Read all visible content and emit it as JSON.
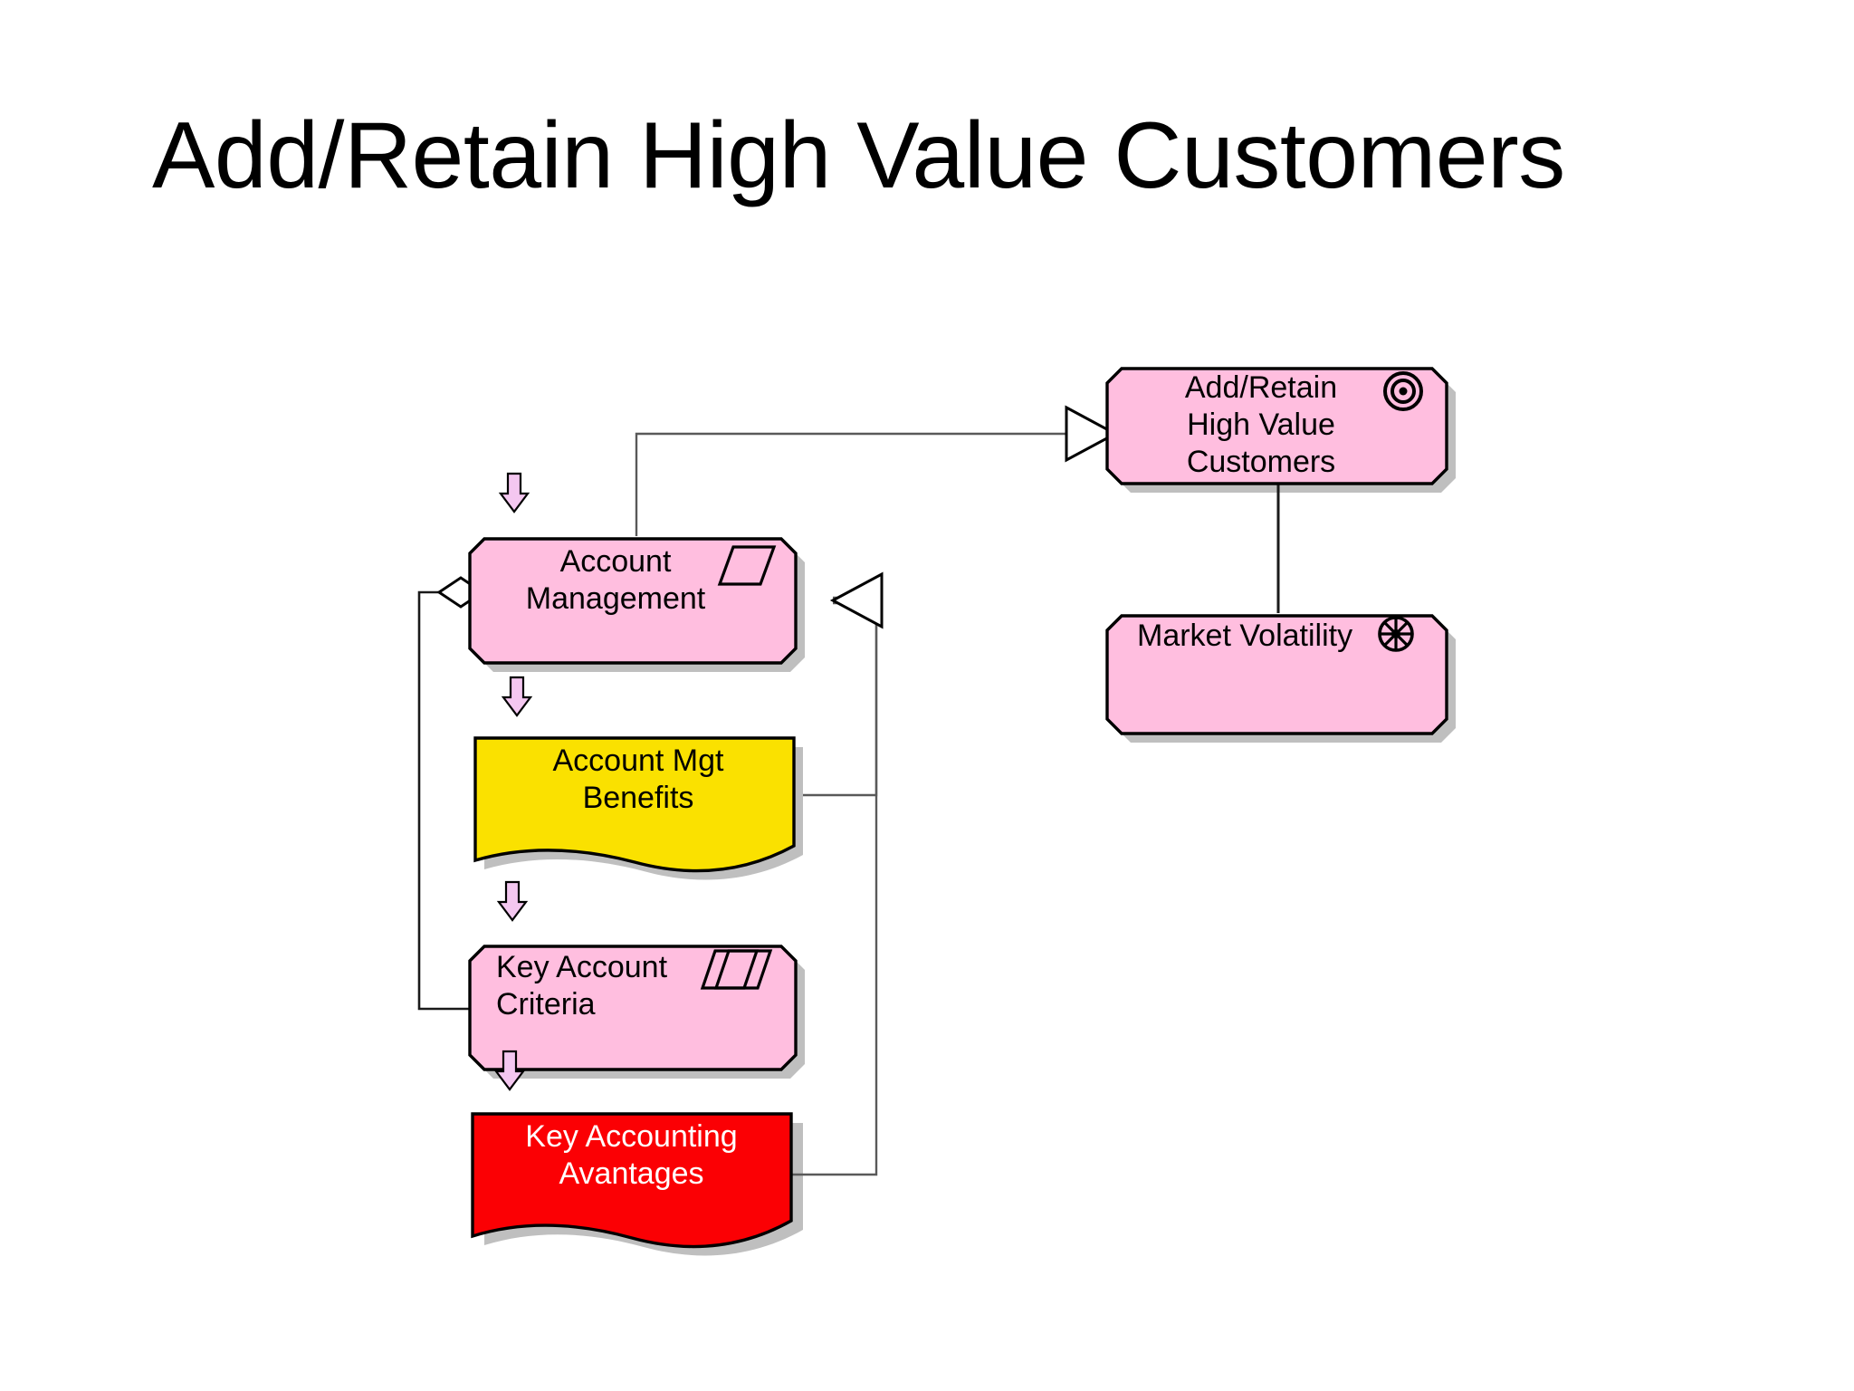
{
  "slide": {
    "title": "Add/Retain High Value Customers",
    "background": "#ffffff"
  },
  "palette": {
    "node_pink": "#FFBEDF",
    "node_yellow": "#FAE100",
    "node_red": "#FB0004",
    "node_border": "#000000",
    "shadow": "#BFBFBF",
    "connector": "#595959",
    "junction_arrow_fill": "#F4C7F0",
    "text_dark": "#000000",
    "text_light": "#FFFFFF"
  },
  "diagram": {
    "type": "archimate-motivation-diagram",
    "nodes": [
      {
        "id": "add-retain-high-value-customers",
        "label": "Add/Retain\nHigh Value\nCustomers",
        "icon": "goal-icon",
        "icon_glyph": "target-concentric-circles",
        "shape": "octagon",
        "fill": "#FFBEDF",
        "text_color": "#000000"
      },
      {
        "id": "market-volatility",
        "label": "Market Volatility",
        "icon": "driver-icon",
        "icon_glyph": "steering-wheel",
        "shape": "octagon",
        "fill": "#FFBEDF",
        "text_color": "#000000"
      },
      {
        "id": "account-management",
        "label": "Account\nManagement",
        "icon": "meaning-icon",
        "icon_glyph": "parallelogram",
        "shape": "octagon",
        "fill": "#FFBEDF",
        "text_color": "#000000"
      },
      {
        "id": "account-mgt-benefits",
        "label": "Account Mgt\nBenefits",
        "icon": "none",
        "icon_glyph": "",
        "shape": "document-wave",
        "fill": "#FAE100",
        "text_color": "#000000"
      },
      {
        "id": "key-account-criteria",
        "label": "Key Account\nCriteria",
        "icon": "contract-icon",
        "icon_glyph": "double-parallelogram",
        "shape": "octagon",
        "fill": "#FFBEDF",
        "text_color": "#000000"
      },
      {
        "id": "key-accounting-avantages",
        "label": "Key Accounting\nAvantages",
        "icon": "none",
        "icon_glyph": "",
        "shape": "document-wave",
        "fill": "#FB0004",
        "text_color": "#FFFFFF"
      }
    ],
    "connectors": [
      {
        "id": "realization-account-mgmt-to-goal",
        "from": "account-management",
        "to": "add-retain-high-value-customers",
        "arrowhead": "hollow-triangle"
      },
      {
        "id": "association-goal-to-market-volatility",
        "from": "add-retain-high-value-customers",
        "to": "market-volatility",
        "arrowhead": "none"
      },
      {
        "id": "aggregation-account-mgmt-to-criteria",
        "from": "account-management",
        "to": "key-account-criteria",
        "arrowhead": "hollow-diamond"
      },
      {
        "id": "realization-benefits-to-account-mgmt",
        "from": "account-mgt-benefits",
        "to": "account-management",
        "arrowhead": "hollow-triangle"
      },
      {
        "id": "realization-avantages-to-account-mgmt",
        "from": "key-accounting-avantages",
        "to": "account-management",
        "arrowhead": "hollow-triangle"
      }
    ],
    "junction_markers": [
      {
        "id": "junction-above-account-management",
        "for": "account-management",
        "glyph": "down-arrow"
      },
      {
        "id": "junction-above-account-mgt-benefits",
        "for": "account-mgt-benefits",
        "glyph": "down-arrow"
      },
      {
        "id": "junction-above-key-account-criteria",
        "for": "key-account-criteria",
        "glyph": "down-arrow"
      },
      {
        "id": "junction-above-key-accounting-avantages",
        "for": "key-accounting-avantages",
        "glyph": "down-arrow"
      }
    ]
  }
}
